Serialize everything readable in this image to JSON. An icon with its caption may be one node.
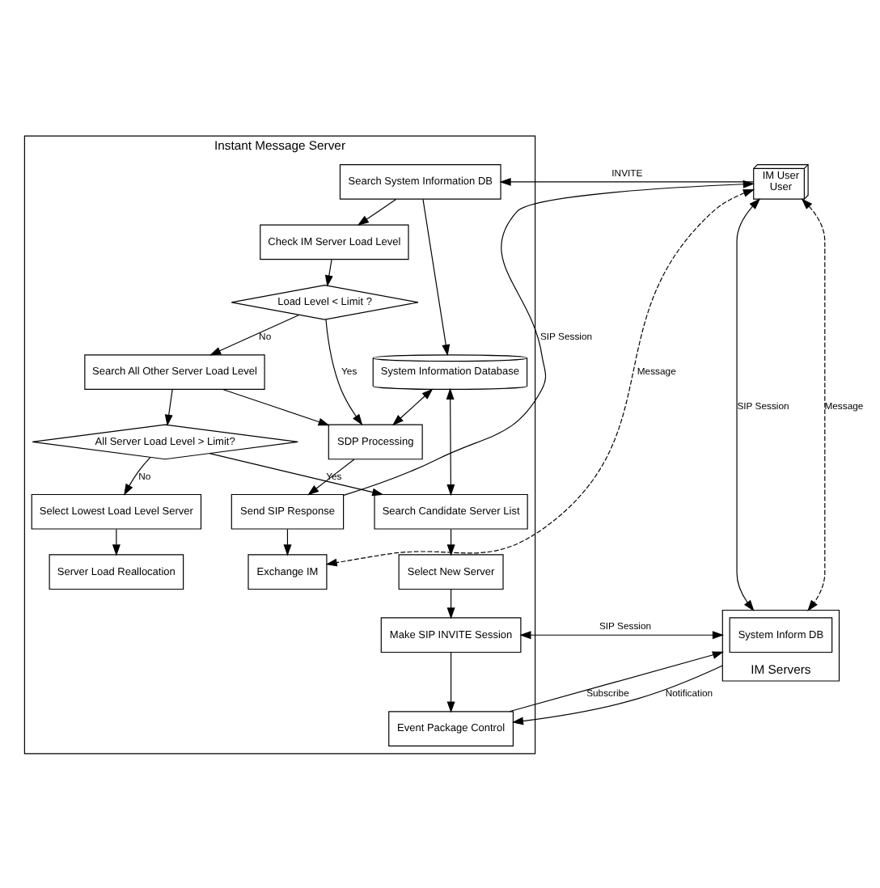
{
  "diagram": {
    "nodes": [
      {
        "text": [
          "Instant Message Server"
        ]
      },
      {
        "text": [
          "Search System Information DB"
        ],
        "in": 0
      },
      {
        "text": [
          "Check IM Server Load Level"
        ],
        "in": 0
      },
      {
        "text": [
          "Load Level < Limit ?"
        ],
        "in": 0
      },
      {
        "text": [
          "Search All Other Server Load Level"
        ],
        "in": 0
      },
      {
        "text": [
          "All Server Load Level > Limit?"
        ],
        "in": 0
      },
      {
        "text": [
          "Select Lowest Load Level Server"
        ],
        "in": 0
      },
      {
        "text": [
          "Server Load Reallocation"
        ],
        "in": 0
      },
      {
        "text": [
          "System Information Database"
        ],
        "in": 0
      },
      {
        "text": [
          "SDP Processing"
        ],
        "in": 0
      },
      {
        "text": [
          "Send SIP Response"
        ],
        "in": 0
      },
      {
        "text": [
          "Exchange IM"
        ],
        "in": 0
      },
      {
        "text": [
          "Search Candidate Server List"
        ],
        "in": 0
      },
      {
        "text": [
          "Select New Server"
        ],
        "in": 0
      },
      {
        "text": [
          "Make SIP INVITE Session"
        ],
        "in": 0
      },
      {
        "text": [
          "Event Package Control"
        ],
        "in": 0
      },
      {
        "text": [
          "IM User",
          "User"
        ]
      },
      {
        "text": [
          "IM Servers"
        ]
      },
      {
        "text": [
          "System Inform DB"
        ],
        "in": 17
      }
    ],
    "edges": [
      {
        "from": 16,
        "to": 1,
        "arrow": "to",
        "label": "INVITE"
      },
      {
        "from": 1,
        "to": 8,
        "arrow": "to"
      },
      {
        "from": 1,
        "to": 2,
        "arrow": "to"
      },
      {
        "from": 2,
        "to": 3,
        "arrow": "to"
      },
      {
        "from": 3,
        "to": 4,
        "arrow": "to",
        "label": "No"
      },
      {
        "from": 3,
        "to": 9,
        "arrow": "to",
        "label": "Yes"
      },
      {
        "from": 4,
        "to": 9,
        "arrow": "to"
      },
      {
        "from": 8,
        "to": 12,
        "arrow": "both"
      },
      {
        "from": 4,
        "to": 5,
        "arrow": "to"
      },
      {
        "from": 5,
        "to": 12,
        "arrow": "to",
        "label": "Yes"
      },
      {
        "from": 5,
        "to": 6,
        "arrow": "to",
        "label": "No"
      },
      {
        "from": 6,
        "to": 7,
        "arrow": "to"
      },
      {
        "from": 8,
        "to": 9,
        "arrow": "both"
      },
      {
        "from": 9,
        "to": 10,
        "arrow": "to"
      },
      {
        "from": 10,
        "to": 11,
        "arrow": "to"
      },
      {
        "from": 12,
        "to": 13,
        "arrow": "to"
      },
      {
        "from": 13,
        "to": 14,
        "arrow": "to"
      },
      {
        "from": 14,
        "to": 15,
        "arrow": "to"
      },
      {
        "from": 10,
        "to": 16,
        "arrow": "to",
        "label": "SIP Session"
      },
      {
        "from": 16,
        "to": 11,
        "arrow": "both",
        "label": "Message",
        "style": "dashed"
      },
      {
        "from": 16,
        "to": 17,
        "arrow": "both",
        "label": "SIP Session"
      },
      {
        "from": 16,
        "to": 17,
        "arrow": "both",
        "label": "Message",
        "style": "dashed"
      },
      {
        "from": 14,
        "to": 17,
        "arrow": "both",
        "label": "SIP Session"
      },
      {
        "from": 15,
        "to": 17,
        "arrow": "to",
        "label": "Subscribe"
      },
      {
        "from": 17,
        "to": 15,
        "arrow": "to",
        "label": "Notification"
      }
    ]
  }
}
